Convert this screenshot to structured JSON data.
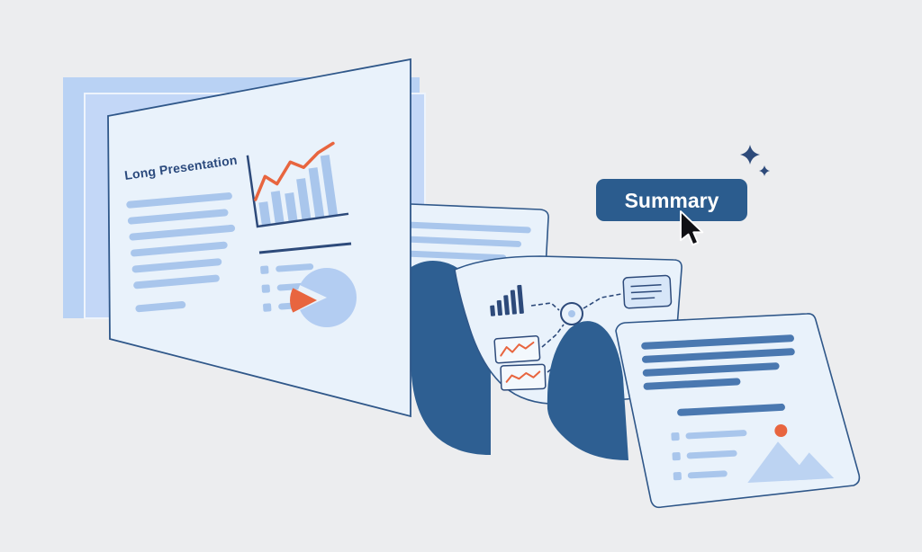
{
  "slide": {
    "title": "Long Presentation"
  },
  "button": {
    "label": "Summary"
  },
  "ribbon": {
    "pages": 3
  },
  "colors": {
    "background": "#ecedef",
    "back_sheets": "#b9d2f4",
    "paper": "#e9f2fb",
    "paper_outline": "#2f5789",
    "placeholder_bar": "#a9c6ec",
    "navy": "#2d4a7a",
    "steel_blue": "#4a78b0",
    "accent_orange": "#e8653f",
    "fold_blue": "#2e5f92",
    "button_background": "#2b5c8e",
    "button_text": "#ffffff",
    "cursor_black": "#101014"
  }
}
